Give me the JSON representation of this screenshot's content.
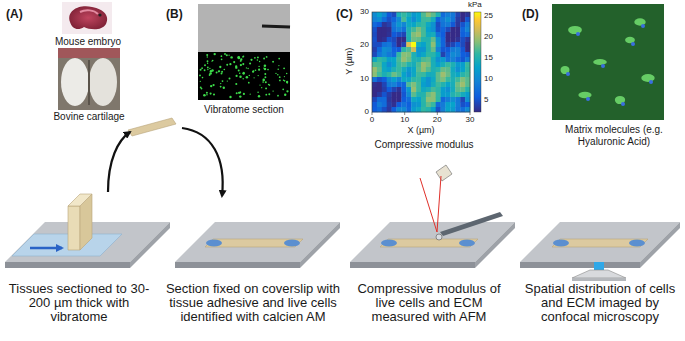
{
  "diagram": {
    "labels": [
      "(A)",
      "Mouse embryo",
      "Bovine cartilage",
      "(B)",
      "Vibratome section",
      "(C)",
      "kPa",
      "25",
      "20",
      "15",
      "10",
      "5",
      "30",
      "20",
      "10",
      "0",
      "0",
      "10",
      "20",
      "30",
      "Y (µm)",
      "X (µm)",
      "Compressive modulus",
      "(D)",
      "Matrix molecules (e.g. Hyaluronic Acid)",
      "Tissues sectioned to 30-200 µm thick with vibratome",
      "Section fixed on coverslip with tissue adhesive and live cells identified with calcien AM",
      "Compressive modulus of live cells and ECM measured with AFM",
      "Spatial distribution of cells and ECM imaged by confocal microscopy"
    ]
  }
}
